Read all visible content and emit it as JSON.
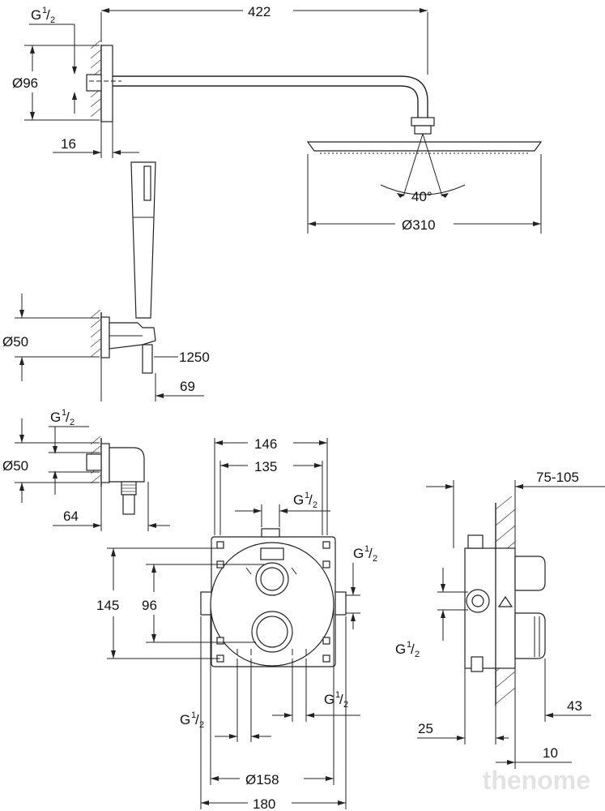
{
  "labels": {
    "g_half": "G",
    "frac_num": "1",
    "frac_den": "2",
    "d96": "Ø96",
    "d422": "422",
    "d16": "16",
    "d40": "40°",
    "d310": "Ø310",
    "d50a": "Ø50",
    "d1250": "1250",
    "d69": "69",
    "d50b": "Ø50",
    "d64": "64",
    "d146": "146",
    "d135": "135",
    "d145": "145",
    "d96b": "96",
    "d158": "Ø158",
    "d180": "180",
    "d75_105": "75-105",
    "d43": "43",
    "d25": "25",
    "d10": "10"
  },
  "watermark": "thenome"
}
